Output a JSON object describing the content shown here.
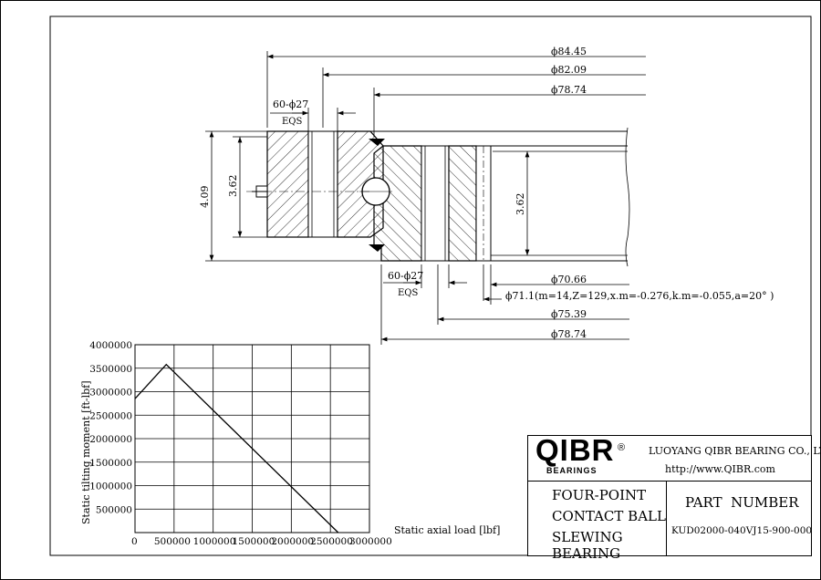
{
  "drawing": {
    "dims": {
      "d1": "ϕ84.45",
      "d2": "ϕ82.09",
      "d3": "ϕ78.74",
      "d4": "ϕ70.66",
      "d5": "ϕ71.1(m=14,Z=129,x.m=-0.276,k.m=-0.055,a=20° )",
      "d6": "ϕ75.39",
      "d7": "ϕ78.74",
      "holes_top": "60-ϕ27",
      "eqs_top": "EQS",
      "holes_bottom": "60-ϕ27",
      "eqs_bottom": "EQS",
      "height_total": "4.09",
      "height_outer": "3.62",
      "height_inner": "3.62"
    }
  },
  "chart_data": {
    "type": "line",
    "title": "",
    "xlabel": "Static axial load [lbf]",
    "ylabel": "Static tilting moment [ft-lbf]",
    "x_ticks": [
      "0",
      "500000",
      "1000000",
      "1500000",
      "2000000",
      "2500000",
      "3000000"
    ],
    "y_ticks": [
      "500000",
      "1000000",
      "1500000",
      "2000000",
      "2500000",
      "3000000",
      "3500000",
      "4000000"
    ],
    "xlim": [
      0,
      3000000
    ],
    "ylim": [
      0,
      4000000
    ],
    "grid": true,
    "series": [
      {
        "x": [
          0,
          400000,
          2600000
        ],
        "y": [
          2850000,
          3580000,
          0
        ]
      }
    ]
  },
  "title_block": {
    "logo": "QIBR",
    "logo_sub": "BEARINGS",
    "reg": "®",
    "company": "LUOYANG QIBR BEARING CO., LTD",
    "url": "http://www.QIBR.com",
    "desc_line1": "FOUR-POINT",
    "desc_line2": "CONTACT BALL",
    "desc_line3": "SLEWING BEARING",
    "part_label": "PART  NUMBER",
    "part_number": "KUD02000-040VJ15-900-000"
  }
}
